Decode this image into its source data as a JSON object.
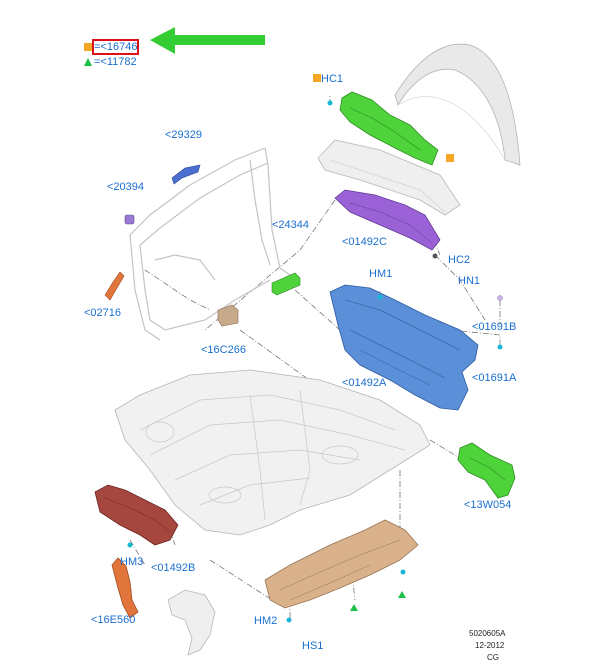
{
  "legend": {
    "square_ref": "=<16746",
    "triangle_ref": "=<11782"
  },
  "labels": {
    "hc1": "HC1",
    "p29329": "<29329",
    "p20394": "<20394",
    "p24344": "<24344",
    "p01492c": "<01492C",
    "hc2": "HC2",
    "hm1": "HM1",
    "hn1": "HN1",
    "p02716": "<02716",
    "p01691b": "<01691B",
    "p16c266": "<16C266",
    "p01492a": "<01492A",
    "p01691a": "<01691A",
    "p13w054": "<13W054",
    "hm3": "HM3",
    "p01492b": "<01492B",
    "p16e560": "<16E560",
    "hm2": "HM2",
    "hs1": "HS1"
  },
  "footer": {
    "ref": "5020605A",
    "date": "12-2012",
    "code": "CG"
  },
  "colors": {
    "label_blue": "#1a6fd1",
    "marker_orange": "#f5a623",
    "marker_green": "#1fc04a",
    "arrow_green": "#33cc33",
    "highlight_red": "#e0101a",
    "part_green": "#4ed33a",
    "part_purple": "#9a62d6",
    "part_blue": "#5b8fd8",
    "part_brown": "#a5473f",
    "part_orange": "#e0763c",
    "part_tan": "#d9b28c",
    "part_gray": "#e6e6e6"
  }
}
